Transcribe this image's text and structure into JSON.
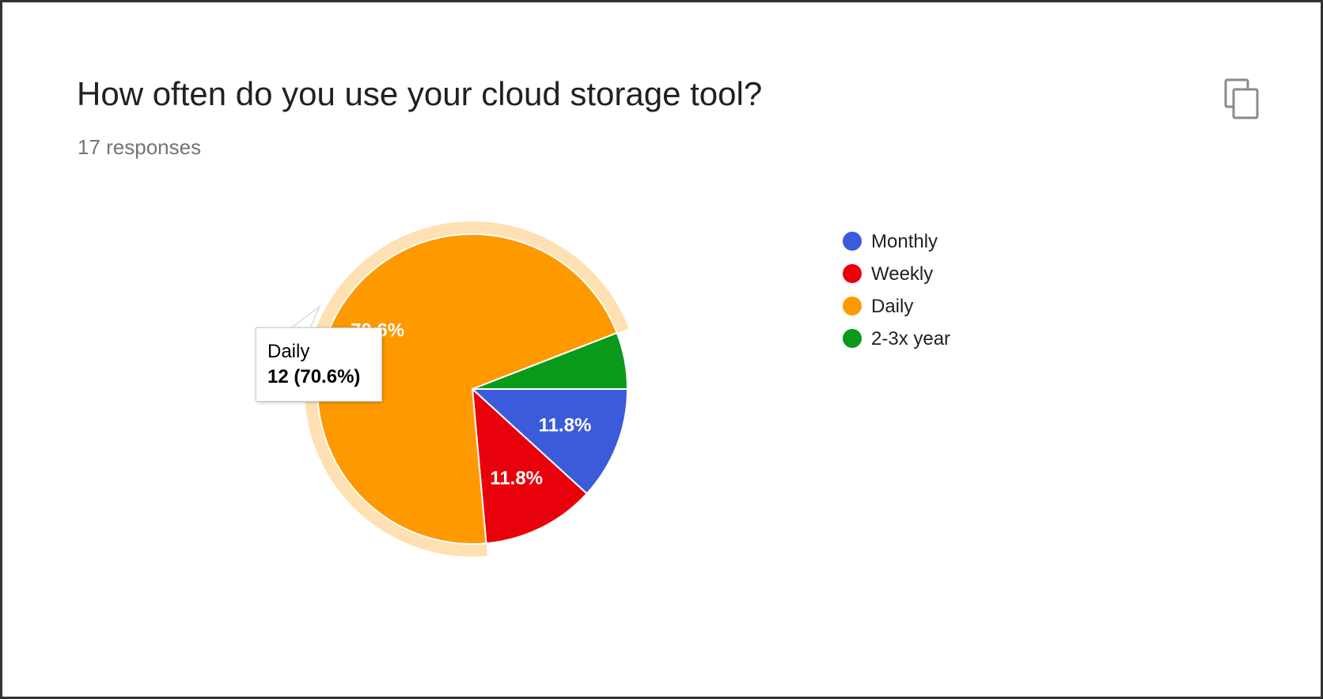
{
  "header": {
    "title": "How often do you use your cloud storage tool?",
    "responses": "17 responses",
    "copy_icon": "copy-icon"
  },
  "tooltip": {
    "name": "Daily",
    "value": "12 (70.6%)"
  },
  "chart_data": {
    "type": "pie",
    "title": "How often do you use your cloud storage tool?",
    "total_responses": 17,
    "slices": [
      {
        "label": "Monthly",
        "count": 2,
        "percent": 11.8,
        "display": "11.8%",
        "color": "#3b5bdb"
      },
      {
        "label": "Weekly",
        "count": 2,
        "percent": 11.8,
        "display": "11.8%",
        "color": "#e8000b"
      },
      {
        "label": "Daily",
        "count": 12,
        "percent": 70.6,
        "display": "70.6%",
        "color": "#ff9900",
        "highlighted": true
      },
      {
        "label": "2-3x year",
        "count": 1,
        "percent": 5.9,
        "display": "",
        "color": "#0a9a1a"
      }
    ],
    "legend": {
      "position": "right"
    },
    "highlight_color": "#ffe0b2"
  }
}
